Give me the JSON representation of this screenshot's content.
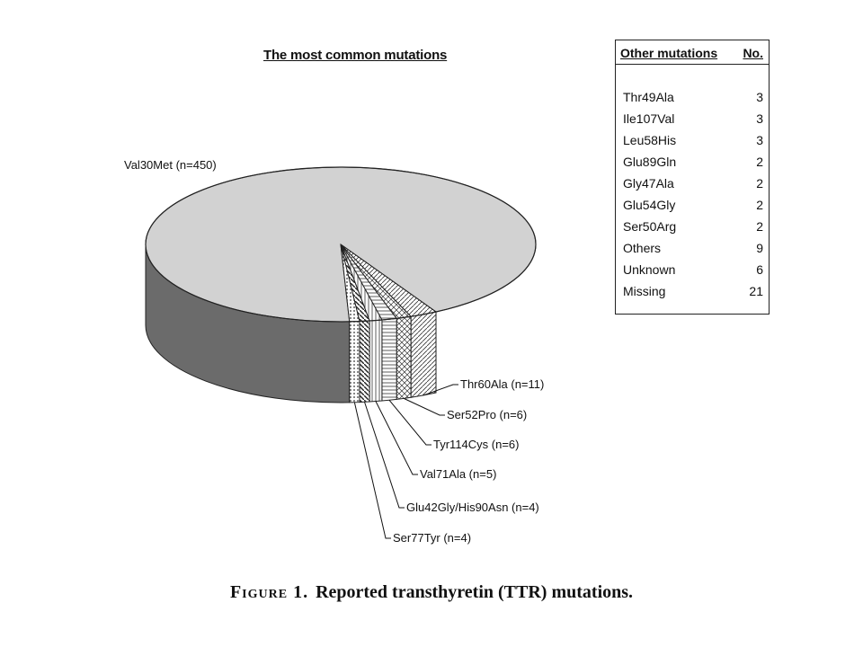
{
  "chart_title": "The most common mutations",
  "caption": {
    "figure_label": "Figure 1.",
    "text": "Reported transthyretin (TTR) mutations."
  },
  "chart_data": {
    "type": "pie",
    "title": "The most common mutations",
    "slices": [
      {
        "label": "Val30Met (n=450)",
        "name": "Val30Met",
        "value": 450
      },
      {
        "label": "Thr60Ala (n=11)",
        "name": "Thr60Ala",
        "value": 11
      },
      {
        "label": "Ser52Pro (n=6)",
        "name": "Ser52Pro",
        "value": 6
      },
      {
        "label": "Tyr114Cys (n=6)",
        "name": "Tyr114Cys",
        "value": 6
      },
      {
        "label": "Val71Ala (n=5)",
        "name": "Val71Ala",
        "value": 5
      },
      {
        "label": "Glu42Gly/His90Asn (n=4)",
        "name": "Glu42Gly/His90Asn",
        "value": 4
      },
      {
        "label": "Ser77Tyr (n=4)",
        "name": "Ser77Tyr",
        "value": 4
      }
    ]
  },
  "other_mutations": {
    "header": {
      "name": "Other mutations",
      "count": "No."
    },
    "rows": [
      {
        "name": "Thr49Ala",
        "count": "3"
      },
      {
        "name": "Ile107Val",
        "count": "3"
      },
      {
        "name": "Leu58His",
        "count": "3"
      },
      {
        "name": "Glu89Gln",
        "count": "2"
      },
      {
        "name": "Gly47Ala",
        "count": "2"
      },
      {
        "name": "Glu54Gly",
        "count": "2"
      },
      {
        "name": "Ser50Arg",
        "count": "2"
      },
      {
        "name": "Others",
        "count": "9"
      },
      {
        "name": "Unknown",
        "count": "6"
      },
      {
        "name": "Missing",
        "count": "21"
      }
    ]
  },
  "colors": {
    "pie_top": "#d2d2d2",
    "pie_side": "#6b6b6b",
    "outline": "#222222"
  }
}
